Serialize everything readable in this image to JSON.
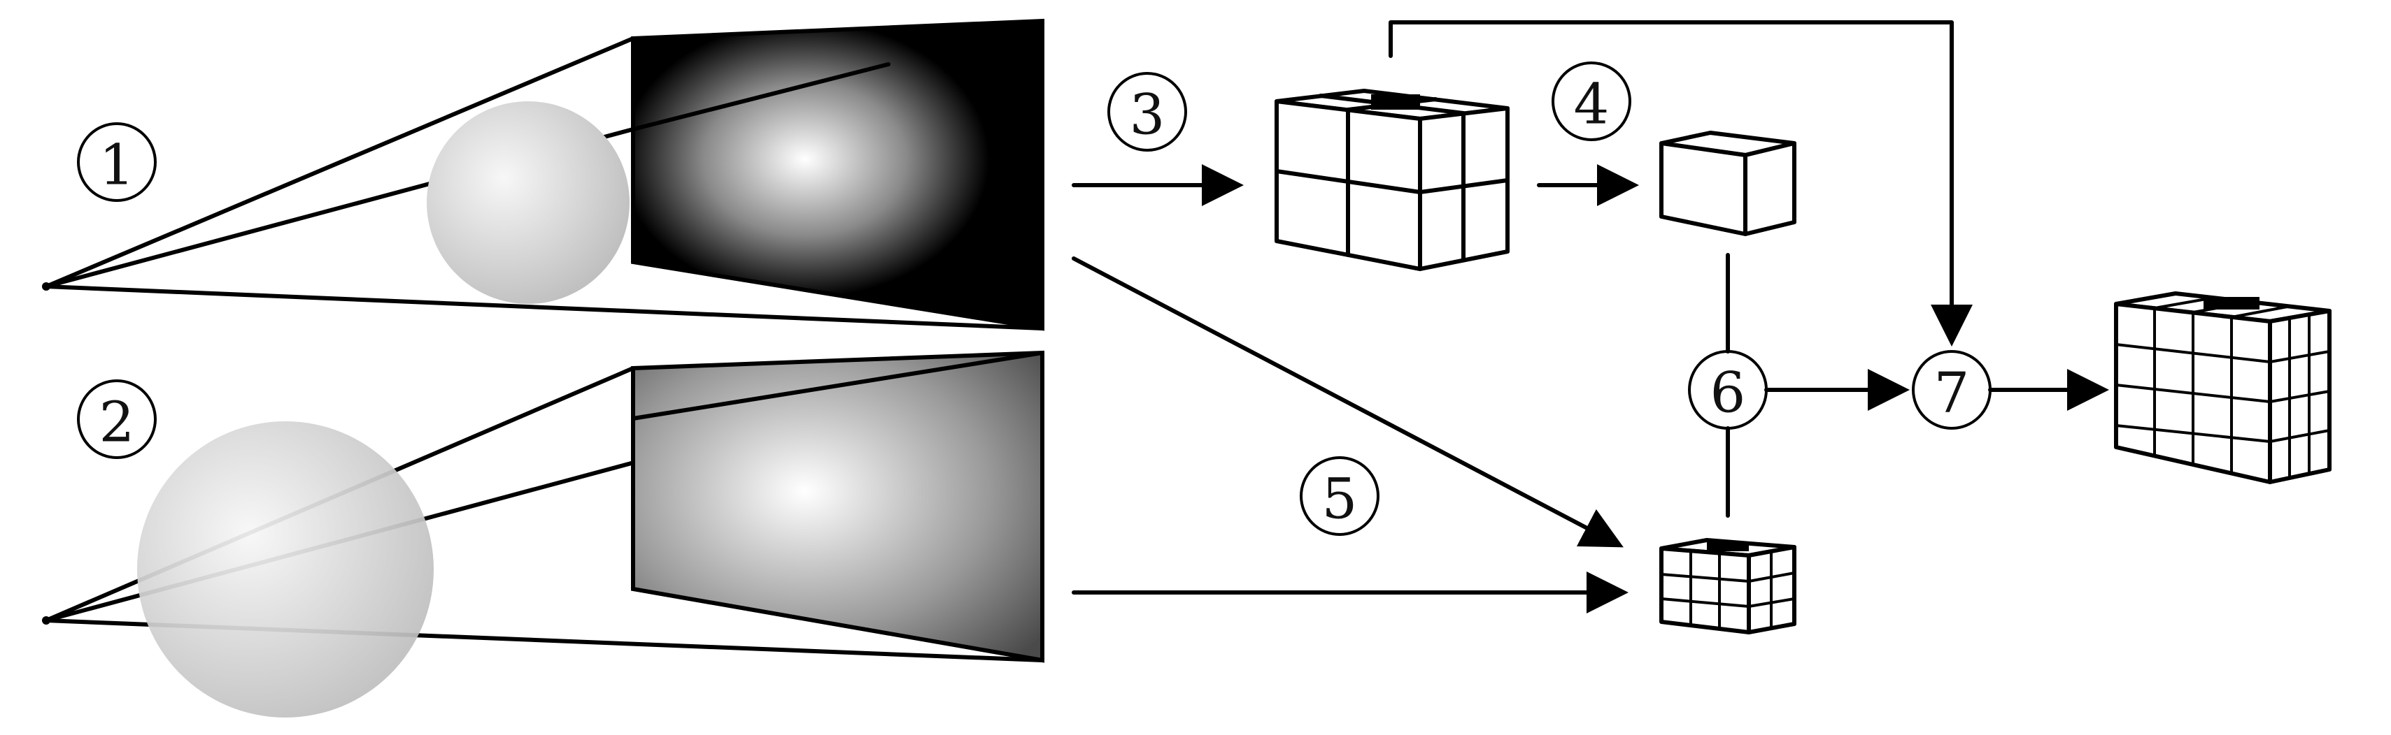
{
  "steps": {
    "s1": "1",
    "s2": "2",
    "s3": "3",
    "s4": "4",
    "s5": "5",
    "s6": "6",
    "s7": "7"
  },
  "colors": {
    "ink": "#000000",
    "sphere_light": "#f2f2f2",
    "sphere_dark": "#bdbdbd",
    "projection_1_center": "#ffffff",
    "projection_1_edge": "#000000",
    "projection_2_center": "#ffffff",
    "projection_2_edge": "#4a4a4a"
  },
  "icons": {
    "camera_1": "camera-center-point-icon",
    "camera_2": "camera-center-point-icon",
    "sphere_1": "sphere-icon",
    "sphere_2": "sphere-icon",
    "volume_3": "voxel-grid-2x2x2-icon",
    "volume_4": "voxel-block-icon",
    "volume_5": "voxel-grid-fine-icon",
    "volume_7": "voxel-grid-dense-icon"
  }
}
